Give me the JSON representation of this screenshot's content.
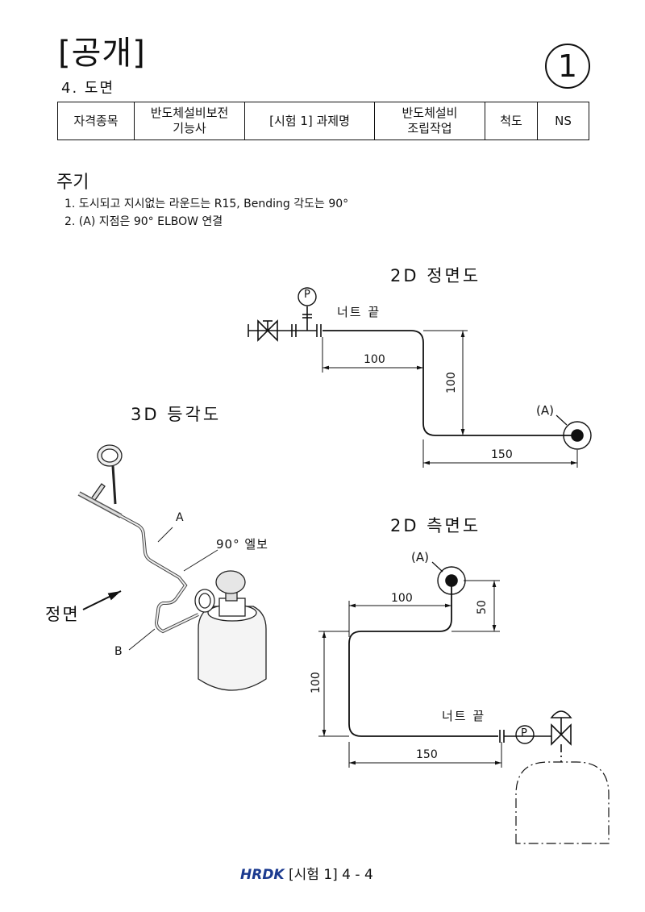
{
  "header": {
    "title": "[공개]",
    "subtitle": "4. 도면",
    "sheet_number": "1"
  },
  "info_table": {
    "c1": "자격종목",
    "c2_line1": "반도체설비보전",
    "c2_line2": "기능사",
    "c3": "[시험 1] 과제명",
    "c4_line1": "반도체설비",
    "c4_line2": "조립작업",
    "c5": "척도",
    "c6": "NS"
  },
  "notes": {
    "title": "주기",
    "items": [
      "1. 도시되고 지시없는 라운드는 R15, Bending 각도는 90°",
      "2. (A) 지점은 90° ELBOW 연결"
    ]
  },
  "front_view": {
    "title": "2D 정면도",
    "nut_label": "너트 끝",
    "gauge": "P",
    "dim_h1": "100",
    "dim_v": "100",
    "dim_h2": "150",
    "point_a": "(A)"
  },
  "iso_view": {
    "title": "3D 등각도",
    "label_a": "A",
    "label_b": "B",
    "elbow": "90° 엘보",
    "front": "정면"
  },
  "side_view": {
    "title": "2D 측면도",
    "point_a": "(A)",
    "dim_top": "100",
    "dim_right": "50",
    "dim_left": "100",
    "dim_bottom": "150",
    "nut_label": "너트 끝",
    "gauge": "P"
  },
  "footer": {
    "logo": "HRDK",
    "text": "[시험 1] 4 - 4"
  }
}
